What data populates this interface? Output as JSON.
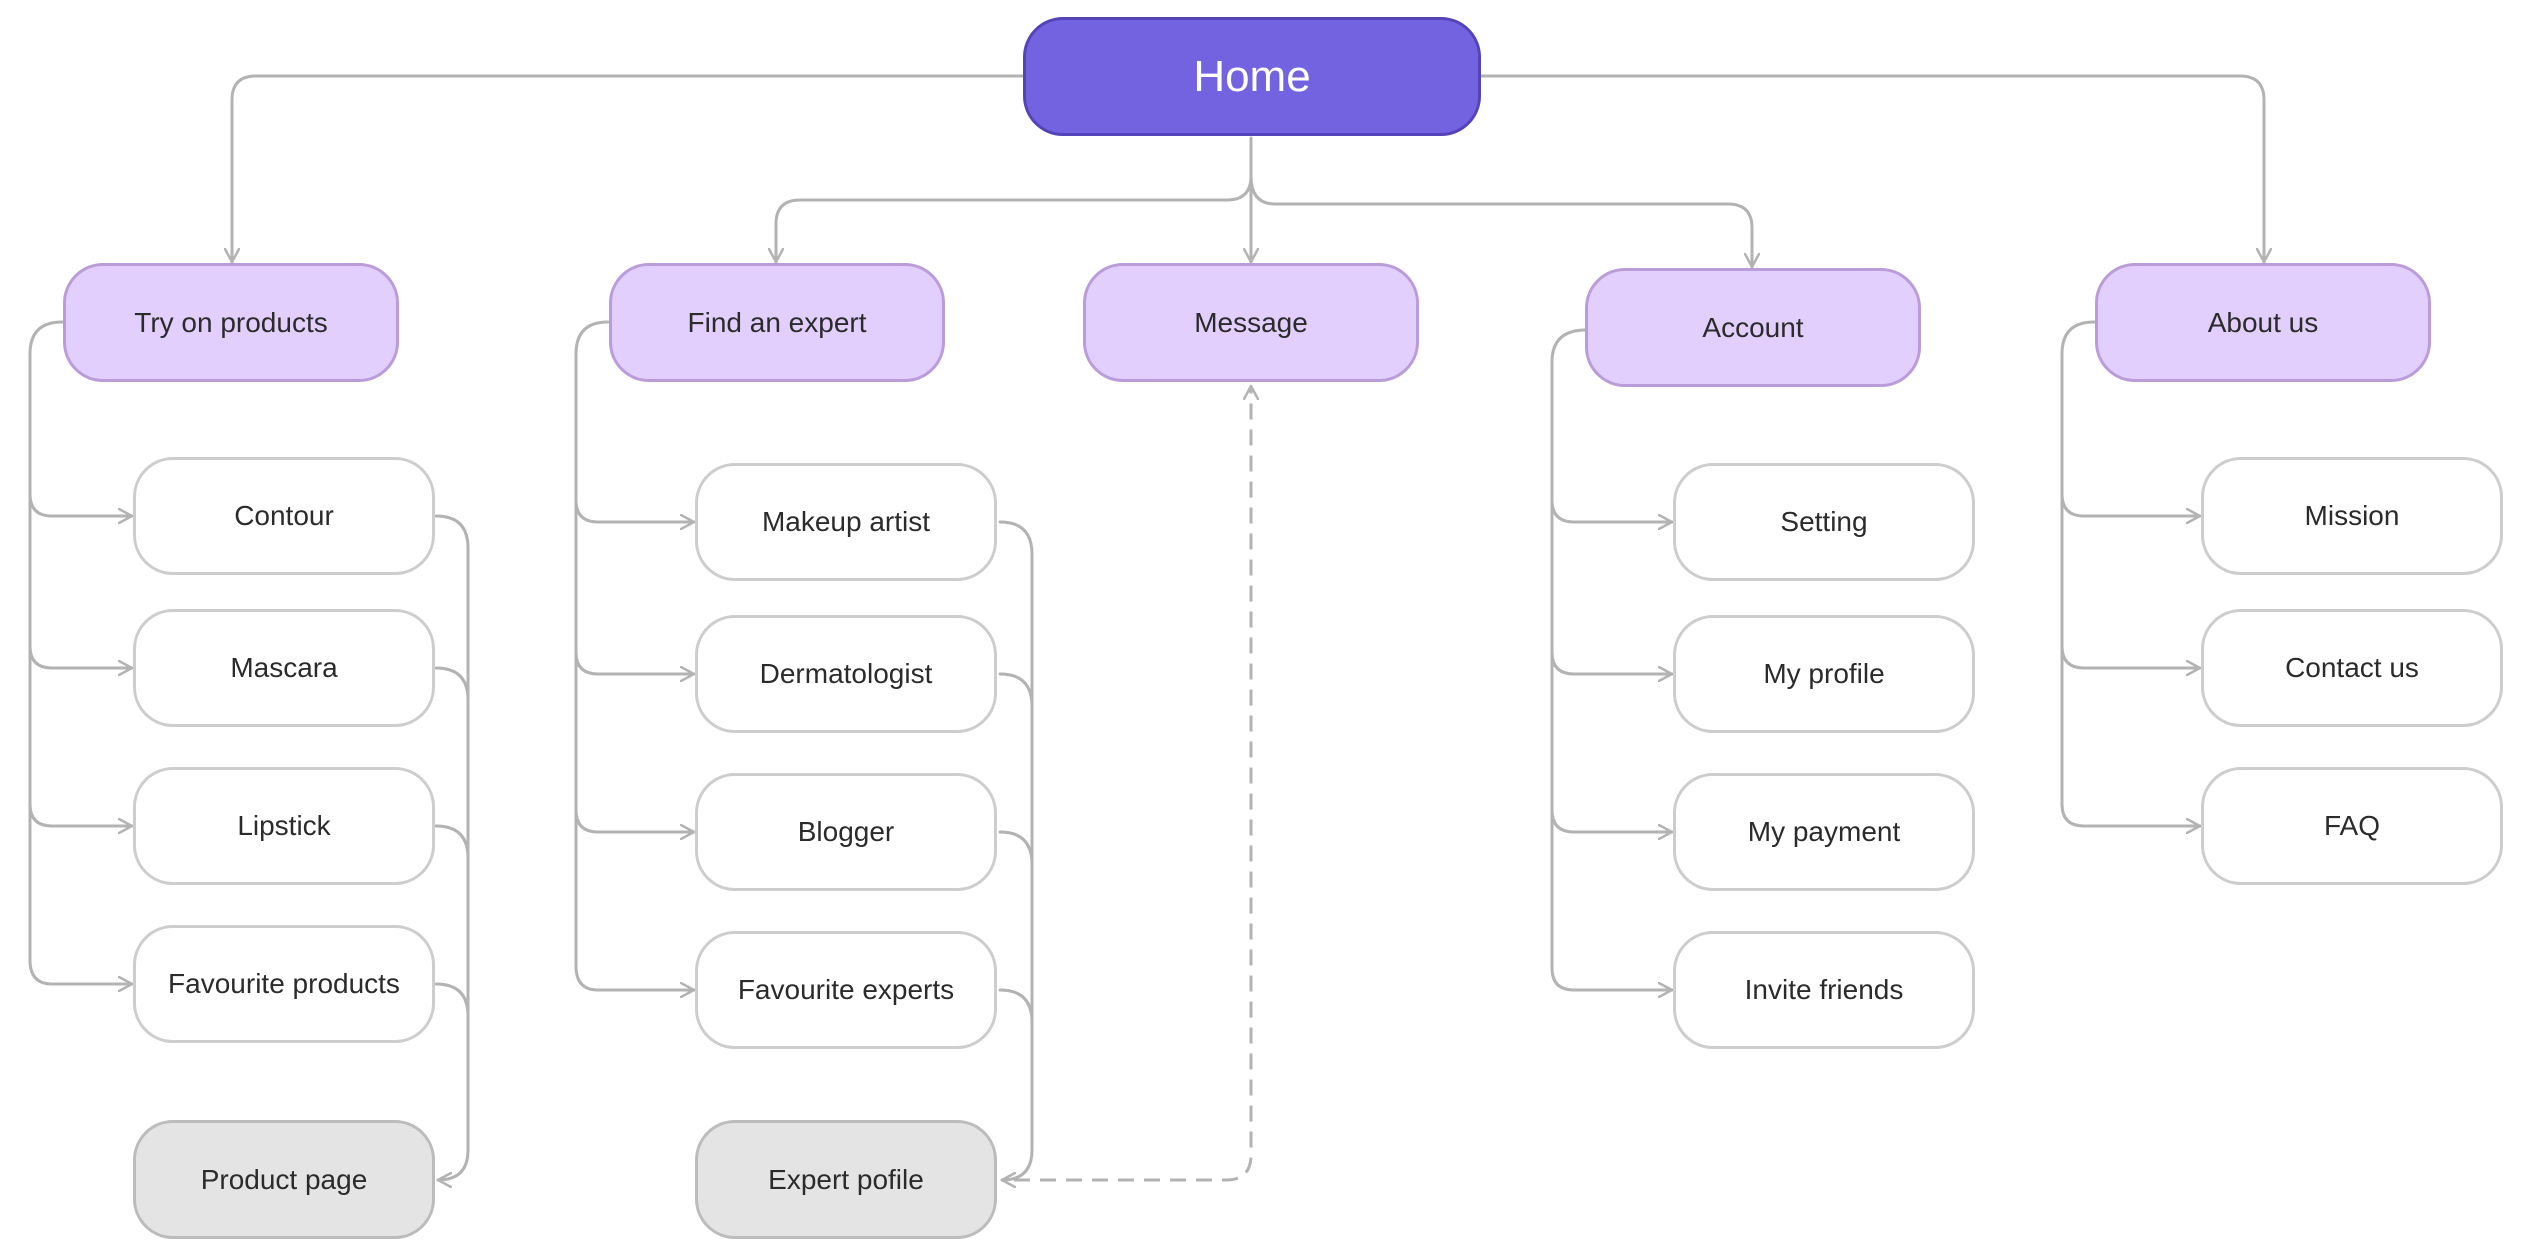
{
  "home": {
    "label": "Home"
  },
  "sections": [
    {
      "label": "Try on products",
      "items": [
        "Contour",
        "Mascara",
        "Lipstick",
        "Favourite products"
      ],
      "target": "Product page"
    },
    {
      "label": "Find an expert",
      "items": [
        "Makeup artist",
        "Dermatologist",
        "Blogger",
        "Favourite experts"
      ],
      "target": "Expert pofile"
    },
    {
      "label": "Message",
      "items": [],
      "target": ""
    },
    {
      "label": "Account",
      "items": [
        "Setting",
        "My profile",
        "My payment",
        "Invite friends"
      ],
      "target": ""
    },
    {
      "label": "About us",
      "items": [
        "Mission",
        "Contact us",
        "FAQ"
      ],
      "target": ""
    }
  ],
  "colors": {
    "home_fill": "#7463e0",
    "category_fill": "#e3cffd",
    "subpage_fill": "#ffffff",
    "target_fill": "#e4e4e4",
    "connector": "#b3b3b3"
  }
}
